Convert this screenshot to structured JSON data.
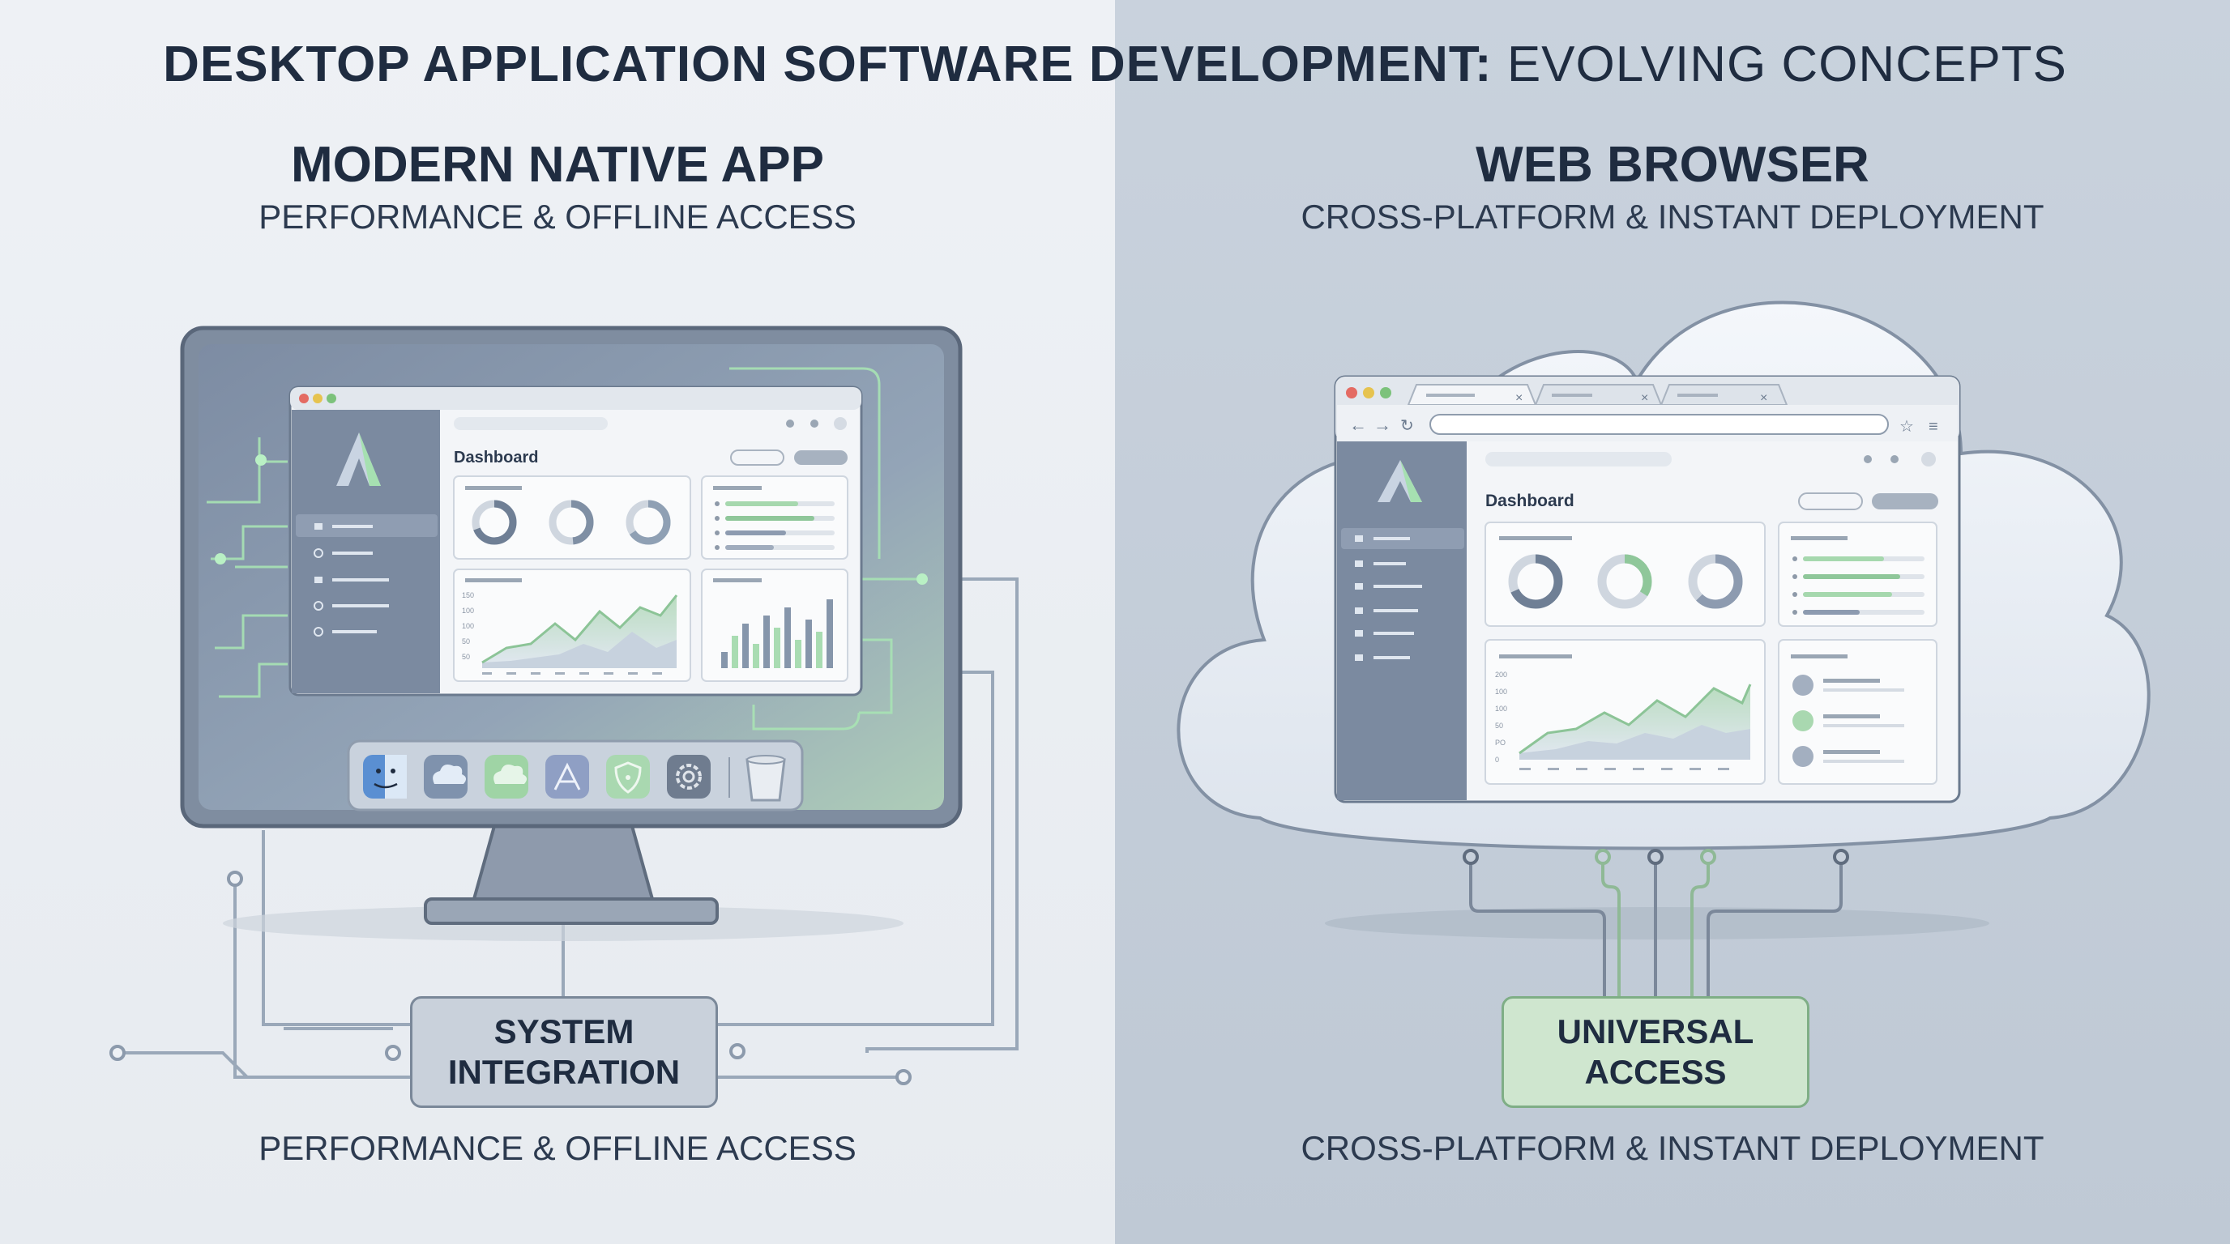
{
  "header": {
    "title_bold": "DESKTOP APPLICATION SOFTWARE DEVELOPMENT:",
    "title_light": "EVOLVING CONCEPTS"
  },
  "left": {
    "title": "MODERN NATIVE APP",
    "subtitle": "PERFORMANCE & OFFLINE ACCESS",
    "box_line1": "SYSTEM",
    "box_line2": "INTEGRATION",
    "footer": "PERFORMANCE & OFFLINE ACCESS",
    "app_window_title": "Dashboard",
    "chart_ticks": [
      "150",
      "100",
      "100",
      "50",
      "50"
    ]
  },
  "right": {
    "title": "WEB BROWSER",
    "subtitle": "CROSS-PLATFORM & INSTANT DEPLOYMENT",
    "box_line1": "UNIVERSAL",
    "box_line2": "ACCESS",
    "footer": "CROSS-PLATFORM & INSTANT DEPLOYMENT",
    "app_window_title": "Dashboard",
    "chart_ticks": [
      "200",
      "100",
      "100",
      "50",
      "PO",
      "0"
    ]
  },
  "colors": {
    "accent_green": "#8fcf9a",
    "slate": "#6f7f95",
    "dark_text": "#1f2c40"
  },
  "icons": [
    "finder-icon",
    "cloud-icon",
    "cloud-green-icon",
    "app-store-icon",
    "shield-icon",
    "settings-gear-icon",
    "trash-icon"
  ]
}
